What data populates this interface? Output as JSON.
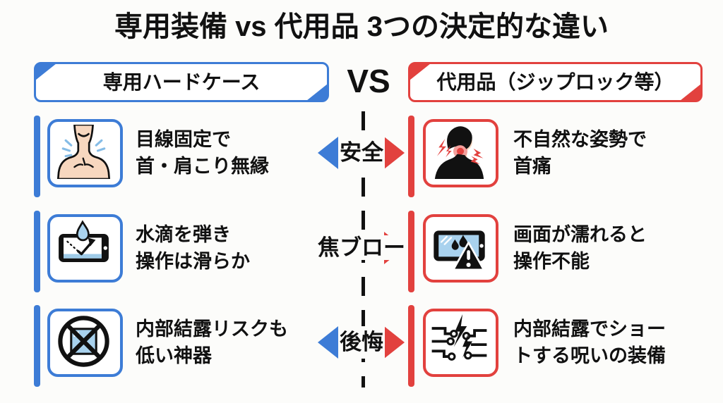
{
  "title": "専用装備 vs 代用品 3つの決定的な違い",
  "vs_label": "VS",
  "colors": {
    "accent_blue": "#3d7cd6",
    "accent_red": "#e2413e",
    "icon_light_blue": "#a9d2ee",
    "skin_tone": "#f7d7bf",
    "text_black": "#111111",
    "background": "#fcfcfa"
  },
  "columns": {
    "left": {
      "header": "専用ハードケース"
    },
    "right": {
      "header": "代用品（ジップロック等）"
    }
  },
  "rows": [
    {
      "keyword": "安全",
      "left": {
        "icon": "relaxed-neck-icon",
        "line1": "目線固定で",
        "line2": "首・肩こり無縁"
      },
      "right": {
        "icon": "neck-pain-icon",
        "line1": "不自然な姿勢で",
        "line2": "首痛"
      }
    },
    {
      "keyword": "焦ブロー",
      "left": {
        "icon": "water-repel-tablet-icon",
        "line1": "水滴を弾き",
        "line2": "操作は滑らか"
      },
      "right": {
        "icon": "wet-screen-warning-icon",
        "line1": "画面が濡れると",
        "line2": "操作不能"
      }
    },
    {
      "keyword": "後悔",
      "left": {
        "icon": "no-condensation-icon",
        "line1": "内部結露リスクも",
        "line2": "低い神器"
      },
      "right": {
        "icon": "short-circuit-icon",
        "line1": "内部結露でショー",
        "line2": "トする呪いの装備"
      }
    }
  ]
}
